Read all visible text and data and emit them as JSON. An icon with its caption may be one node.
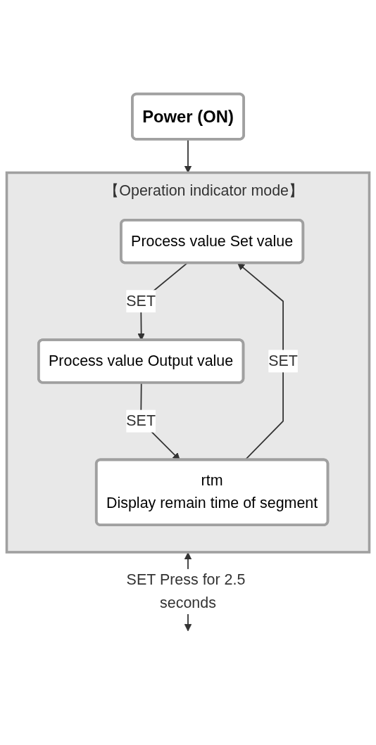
{
  "diagram": {
    "nodes": [
      {
        "text": [
          "Power (ON)"
        ]
      },
      {
        "text": [
          "【Operation indicator mode】"
        ]
      },
      {
        "text": [
          "Process value Set value"
        ],
        "in": 1
      },
      {
        "text": [
          "Process value Output value"
        ],
        "in": 1
      },
      {
        "text": [
          "rtm",
          "Display remain time of segment"
        ],
        "in": 1
      }
    ],
    "edges": [
      {
        "from": 0,
        "to": 1,
        "arrow": "to"
      },
      {
        "from": 4,
        "to": 2,
        "label": "SET",
        "arrow": "to"
      },
      {
        "from": 2,
        "to": 3,
        "label": "SET",
        "arrow": "to"
      },
      {
        "from": 3,
        "to": 4,
        "label": "SET",
        "arrow": "to"
      },
      {
        "from": 1,
        "to": null,
        "label": "SET Press for 2.5 seconds",
        "arrow": "both"
      }
    ]
  }
}
